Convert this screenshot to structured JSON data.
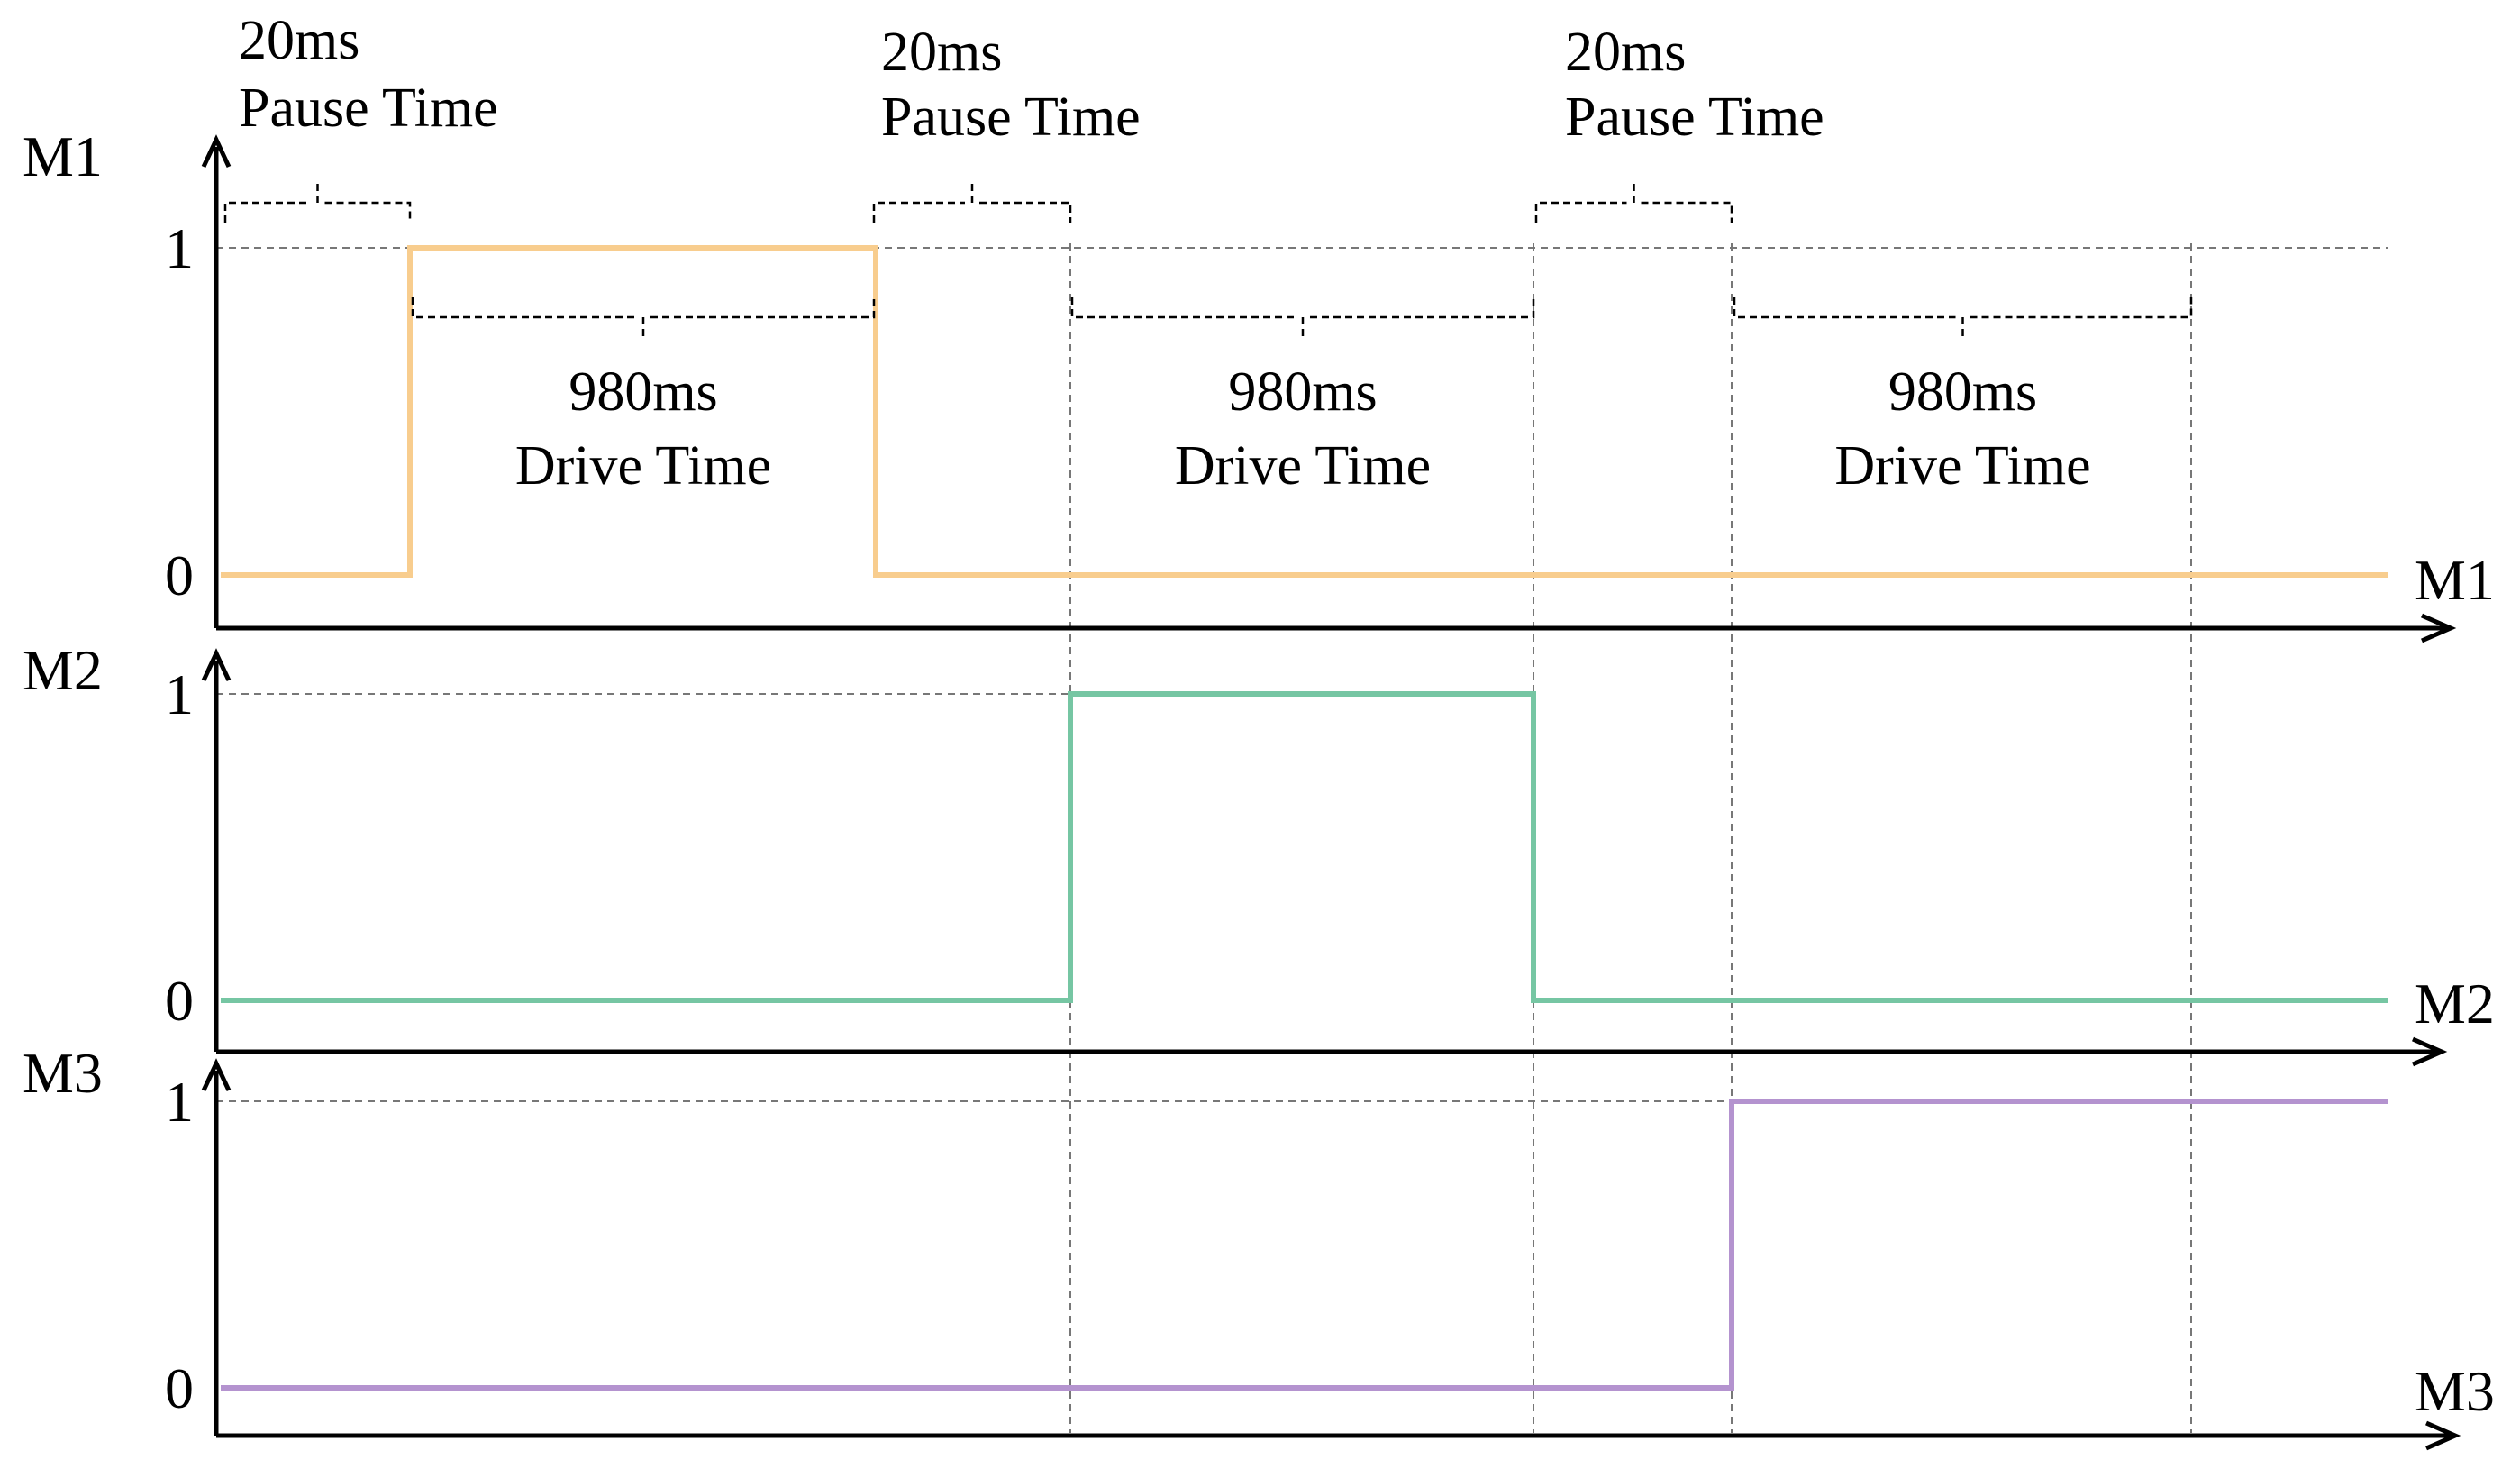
{
  "panels": [
    {
      "name": "M1",
      "y_axis_label": "M1",
      "x_axis_label": "M1",
      "high_label": "1",
      "low_label": "0",
      "color": "#f8cd8e",
      "segments": [
        {
          "t0": 0,
          "t1": 20,
          "v": 0
        },
        {
          "t0": 20,
          "t1": 1000,
          "v": 1
        },
        {
          "t0": 1000,
          "t1": 3000,
          "v": 0
        }
      ]
    },
    {
      "name": "M2",
      "y_axis_label": "M2",
      "x_axis_label": "M2",
      "high_label": "1",
      "low_label": "0",
      "color": "#76c6a3",
      "segments": [
        {
          "t0": 0,
          "t1": 1020,
          "v": 0
        },
        {
          "t0": 1020,
          "t1": 2000,
          "v": 1
        },
        {
          "t0": 2000,
          "t1": 3000,
          "v": 0
        }
      ]
    },
    {
      "name": "M3",
      "y_axis_label": "M3",
      "x_axis_label": "M3",
      "high_label": "1",
      "low_label": "0",
      "color": "#b493cf",
      "segments": [
        {
          "t0": 0,
          "t1": 2020,
          "v": 0
        },
        {
          "t0": 2020,
          "t1": 3000,
          "v": 1
        }
      ]
    }
  ],
  "pause_annotations": [
    {
      "line1": "20ms",
      "line2": "Pause Time",
      "t0": 0,
      "t1": 20
    },
    {
      "line1": "20ms",
      "line2": "Pause Time",
      "t0": 1000,
      "t1": 1020
    },
    {
      "line1": "20ms",
      "line2": "Pause Time",
      "t0": 2000,
      "t1": 2020
    }
  ],
  "drive_annotations": [
    {
      "line1": "980ms",
      "line2": "Drive Time",
      "t0": 20,
      "t1": 1000
    },
    {
      "line1": "980ms",
      "line2": "Drive Time",
      "t0": 1020,
      "t1": 2000
    },
    {
      "line1": "980ms",
      "line2": "Drive Time",
      "t0": 2020,
      "t1": 3000
    }
  ]
}
